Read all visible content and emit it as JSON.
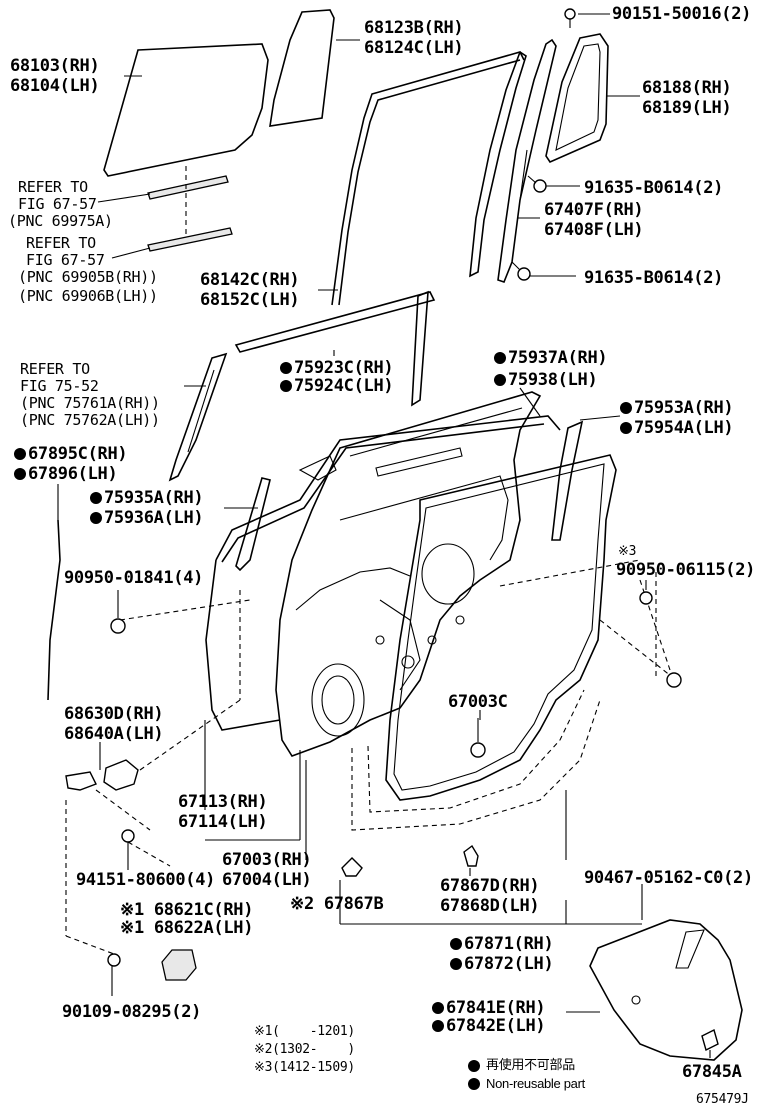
{
  "labels": {
    "p90151": "90151-50016(2)",
    "p68123b": "68123B(RH)",
    "p68124c": "68124C(LH)",
    "p68103": "68103(RH)",
    "p68104": "68104(LH)",
    "p68188": "68188(RH)",
    "p68189": "68189(LH)",
    "ref1_a": "REFER TO",
    "ref1_b": "FIG 67-57",
    "ref1_c": "(PNC 69975A)",
    "p91635_1": "91635-B0614(2)",
    "p67407f": "67407F(RH)",
    "p67408f": "67408F(LH)",
    "ref2_a": "REFER TO",
    "ref2_b": "FIG 67-57",
    "ref2_c": "(PNC 69905B(RH))",
    "ref2_d": "(PNC 69906B(LH))",
    "p91635_2": "91635-B0614(2)",
    "p68142c": "68142C(RH)",
    "p68152c": "68152C(LH)",
    "p75923c": "75923C(RH)",
    "p75924c": "75924C(LH)",
    "p75937a": "75937A(RH)",
    "p75938": "75938(LH)",
    "ref3_a": "REFER TO",
    "ref3_b": "FIG 75-52",
    "ref3_c": "(PNC 75761A(RH))",
    "ref3_d": "(PNC 75762A(LH))",
    "p75953a": "75953A(RH)",
    "p75954a": "75954A(LH)",
    "p67895c": "67895C(RH)",
    "p67896": "67896(LH)",
    "p75935a": "75935A(RH)",
    "p75936a": "75936A(LH)",
    "note3_mark": "※3",
    "p90950_01841": "90950-01841(4)",
    "p90950_06115": "90950-06115(2)",
    "p68630d": "68630D(RH)",
    "p68640a": "68640A(LH)",
    "p67003c": "67003C",
    "p67113": "67113(RH)",
    "p67114": "67114(LH)",
    "p67003": "67003(RH)",
    "p67004": "67004(LH)",
    "p94151": "94151-80600(4)",
    "p90467": "90467-05162-C0(2)",
    "p68621c": "※1 68621C(RH)",
    "p68622a": "※1 68622A(LH)",
    "p67867b": "※2 67867B",
    "p67867d": "67867D(RH)",
    "p67868d": "67868D(LH)",
    "p67871": "67871(RH)",
    "p67872": "67872(LH)",
    "p90109": "90109-08295(2)",
    "p67841e": "67841E(RH)",
    "p67842e": "67842E(LH)",
    "p67845a": "67845A",
    "note1": "※1(    -1201)",
    "note2": "※2(1302-    )",
    "note3": "※3(1412-1509)",
    "legend_jp": "再使用不可部品",
    "legend_en": "Non-reusable part",
    "fig_id": "675479J"
  }
}
